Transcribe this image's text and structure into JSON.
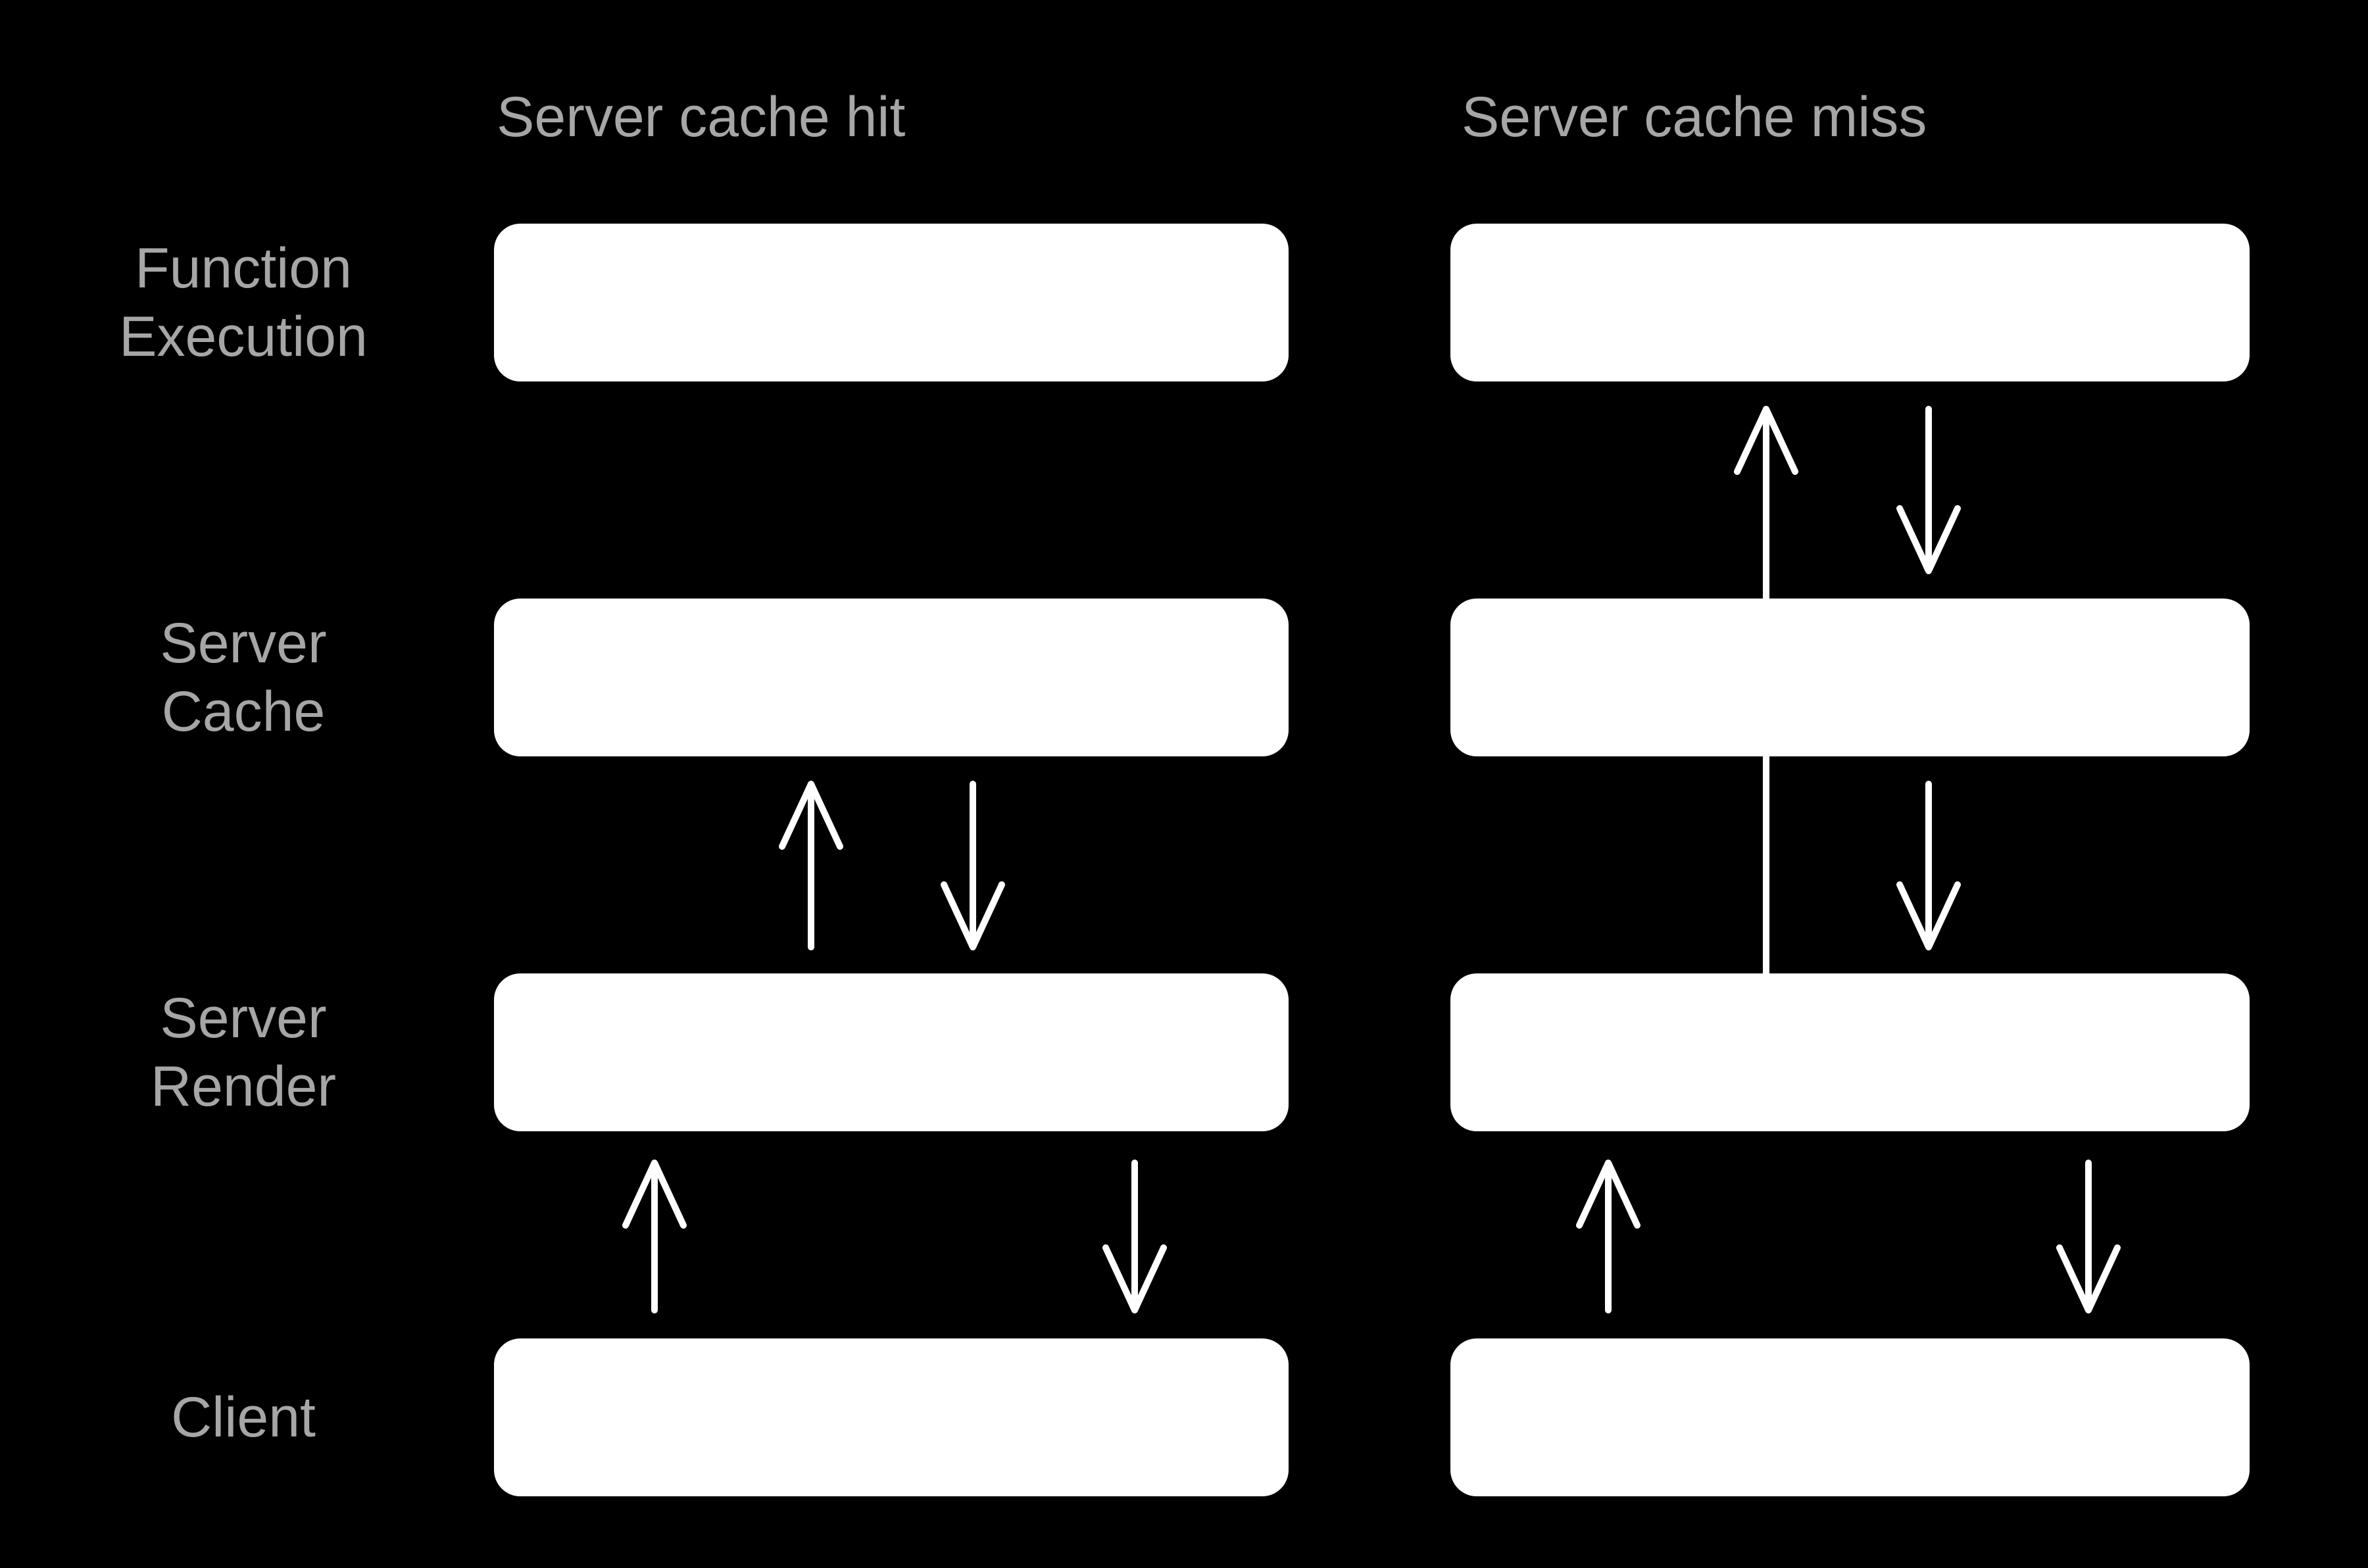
{
  "colors": {
    "background": "#000000",
    "box": "#ffffff",
    "arrow": "#ffffff",
    "label": "#a6a6a6"
  },
  "columns": [
    {
      "id": "hit",
      "title": "Server cache hit"
    },
    {
      "id": "miss",
      "title": "Server cache miss"
    }
  ],
  "rows": [
    {
      "id": "function-execution",
      "lines": [
        "Function",
        "Execution"
      ]
    },
    {
      "id": "server-cache",
      "lines": [
        "Server",
        "Cache"
      ]
    },
    {
      "id": "server-render",
      "lines": [
        "Server",
        "Render"
      ]
    },
    {
      "id": "client",
      "lines": [
        "Client"
      ]
    }
  ],
  "connections": [
    {
      "column": "Server cache hit",
      "from": "Server Render",
      "to": "Server Cache",
      "direction": "up"
    },
    {
      "column": "Server cache hit",
      "from": "Server Cache",
      "to": "Server Render",
      "direction": "down"
    },
    {
      "column": "Server cache hit",
      "from": "Client",
      "to": "Server Render",
      "direction": "up"
    },
    {
      "column": "Server cache hit",
      "from": "Server Render",
      "to": "Client",
      "direction": "down"
    },
    {
      "column": "Server cache miss",
      "from": "Server Render",
      "to": "Function Execution",
      "direction": "up"
    },
    {
      "column": "Server cache miss",
      "from": "Function Execution",
      "to": "Server Cache",
      "direction": "down"
    },
    {
      "column": "Server cache miss",
      "from": "Server Cache",
      "to": "Server Render",
      "direction": "down"
    },
    {
      "column": "Server cache miss",
      "from": "Client",
      "to": "Server Render",
      "direction": "up"
    },
    {
      "column": "Server cache miss",
      "from": "Server Render",
      "to": "Client",
      "direction": "down"
    }
  ]
}
